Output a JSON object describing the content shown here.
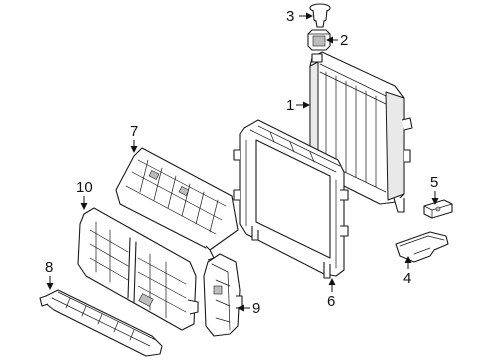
{
  "callouts": [
    {
      "id": "1",
      "label": "1"
    },
    {
      "id": "2",
      "label": "2"
    },
    {
      "id": "3",
      "label": "3"
    },
    {
      "id": "4",
      "label": "4"
    },
    {
      "id": "5",
      "label": "5"
    },
    {
      "id": "6",
      "label": "6"
    },
    {
      "id": "7",
      "label": "7"
    },
    {
      "id": "8",
      "label": "8"
    },
    {
      "id": "9",
      "label": "9"
    },
    {
      "id": "10",
      "label": "10"
    }
  ]
}
